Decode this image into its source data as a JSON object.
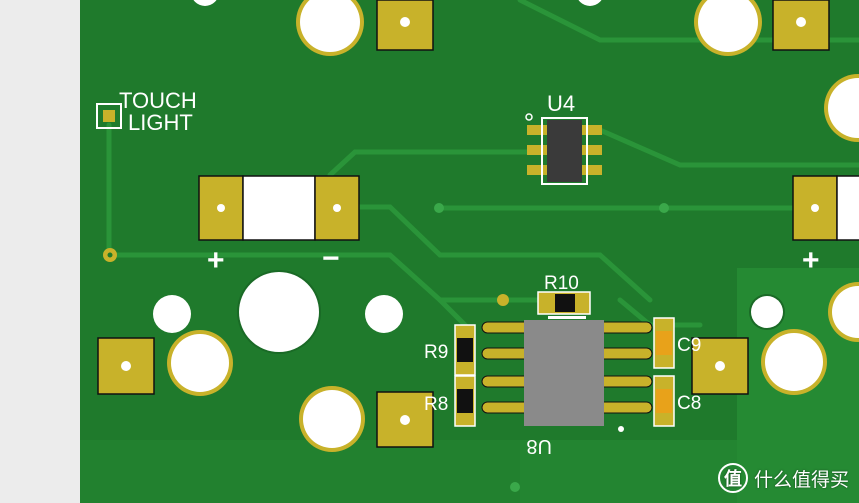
{
  "board": {
    "labels": {
      "touch_light_line1": "TOUCH",
      "touch_light_line2": "LIGHT",
      "u4": "U4",
      "r10": "R10",
      "r9": "R9",
      "r8": "R8",
      "c9": "C9",
      "c8": "C8",
      "u8": "U8",
      "plus_left": "+",
      "minus_left": "−",
      "plus_right": "+"
    },
    "colors": {
      "margin_bg": "#ececec",
      "board": "#1f7a2c",
      "copper_pour": "#248a32",
      "pad_gold": "#c8b22a",
      "hole": "#ffffff",
      "silkscreen": "#ffffff",
      "ic_body": "#8a8a8a",
      "capacitor": "#e8a21a",
      "resistor": "#111111"
    }
  },
  "watermark": {
    "icon_glyph": "值",
    "text": "什么值得买"
  }
}
